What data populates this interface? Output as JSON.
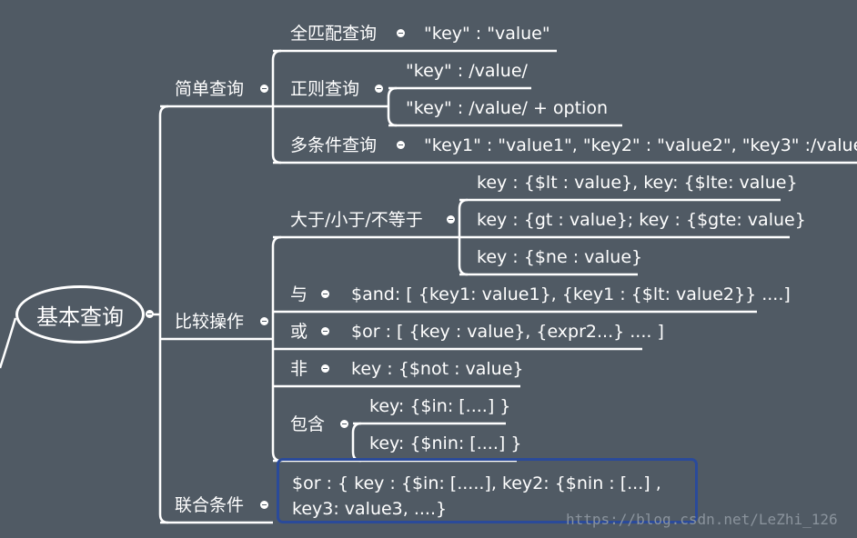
{
  "root": "基本查询",
  "branches": {
    "simple_query": "简单查询",
    "compare_ops": "比较操作",
    "joint_condition": "联合条件"
  },
  "simple": {
    "full_match": "全匹配查询",
    "full_match_value": "\"key\" : \"value\"",
    "regex": "正则查询",
    "regex_1": "\"key\" : /value/",
    "regex_2": "\"key\" : /value/ + option",
    "multi": "多条件查询",
    "multi_value": "\"key1\" : \"value1\", \"key2\" : \"value2\", \"key3\" :/value"
  },
  "compare": {
    "gt_lt_ne": "大于/小于/不等于",
    "lt": "key : {$lt : value}, key: {$lte: value}",
    "gt": "key : {gt : value}; key : {$gte: value}",
    "ne": "key : {$ne : value}",
    "and_label": "与",
    "and_value": "$and: [ {key1: value1}, {key1 : {$lt: value2}} ....]",
    "or_label": "或",
    "or_value": "$or : [ {key : value}, {expr2...} .... ]",
    "not_label": "非",
    "not_value": "key : {$not : value}",
    "in_label": "包含",
    "in_value": "key: {$in: [....] }",
    "nin_value": "key: {$nin: [....] }"
  },
  "joint": {
    "value": "$or : { key : {$in: [.....], key2: {$nin : [...] , key3: value3, ....}"
  },
  "watermark": "https://blog.csdn.net/LeZhi_126"
}
